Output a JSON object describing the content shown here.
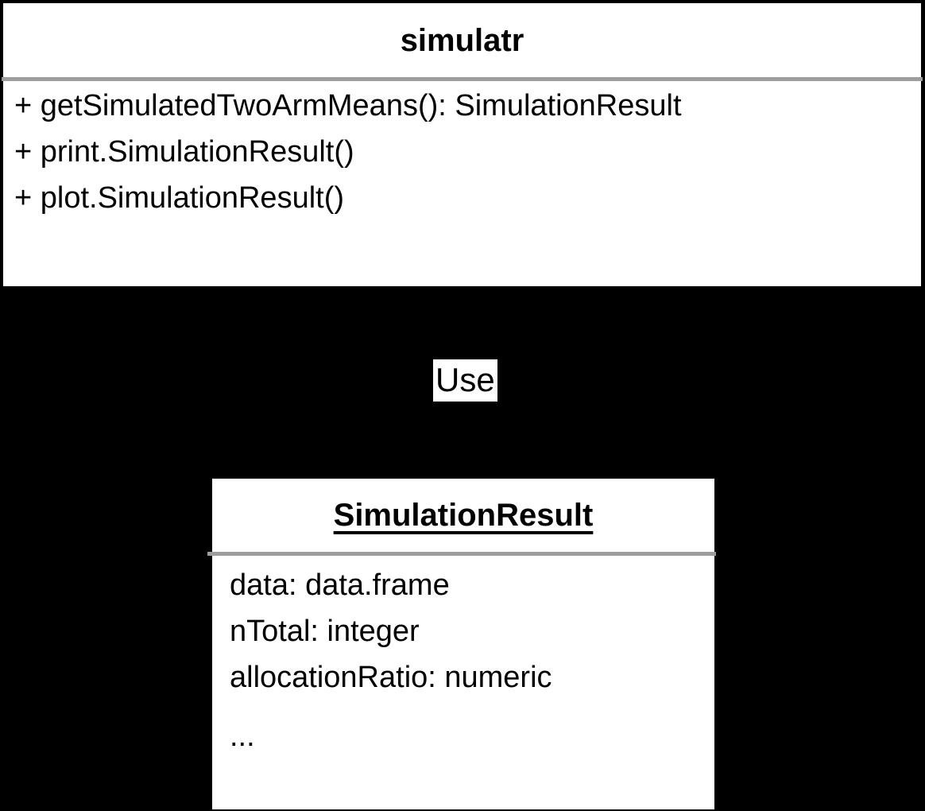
{
  "diagram": {
    "type": "uml-class-diagram",
    "background_color": "#000000",
    "box_fill_color": "#ffffff",
    "divider_color": "#9d9d9d",
    "text_color": "#000000"
  },
  "classes": [
    {
      "id": "simulatr",
      "title": "simulatr",
      "title_style": "bold",
      "members": [
        "+ getSimulatedTwoArmMeans(): SimulationResult",
        "+ print.SimulationResult()",
        "+ plot.SimulationResult()"
      ]
    },
    {
      "id": "simulation-result",
      "title": "SimulationResult",
      "title_style": "bold-underlined",
      "members": [
        "data: data.frame",
        "nTotal: integer",
        "allocationRatio: numeric",
        "..."
      ]
    }
  ],
  "relationships": [
    {
      "id": "use",
      "label": "Use",
      "from": "simulatr",
      "to": "simulation-result"
    }
  ]
}
